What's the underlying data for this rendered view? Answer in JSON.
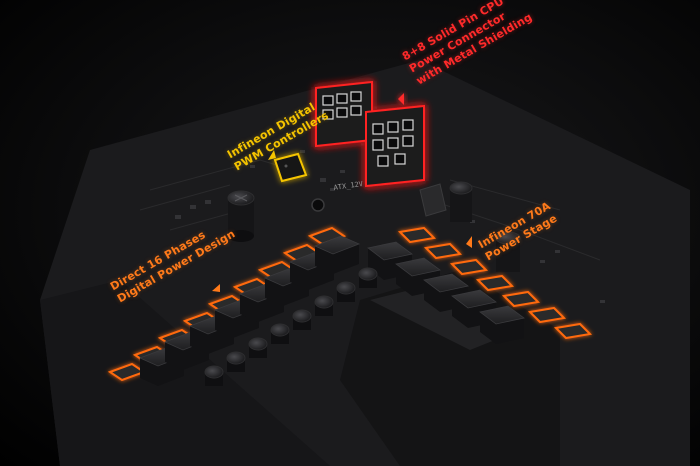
{
  "colors": {
    "background": "#0c0c0d",
    "board": "#202022",
    "choke": "#2c2c2e",
    "phase_glow": "#ff6a10",
    "pwm_glow": "#f5c400",
    "cpu_glow": "#ff2020",
    "label_yellow": "#f5c400",
    "label_orange": "#ff7a1a",
    "label_red": "#ff2a2a"
  },
  "callouts": {
    "cpu_power": {
      "lines": [
        "8+8 Solid Pin CPU",
        "Power Connector",
        "with Metal Shielding"
      ],
      "color": "#ff2a2a"
    },
    "pwm": {
      "lines": [
        "Infineon Digital",
        "PWM Controllers"
      ],
      "color": "#f5c400"
    },
    "phases": {
      "lines": [
        "Direct 16 Phases",
        "Digital Power Design"
      ],
      "color": "#ff7a1a"
    },
    "power_stage": {
      "lines": [
        "Infineon 70A",
        "Power Stage"
      ],
      "color": "#ff7a1a"
    }
  },
  "board_marking": "ATX_12V"
}
